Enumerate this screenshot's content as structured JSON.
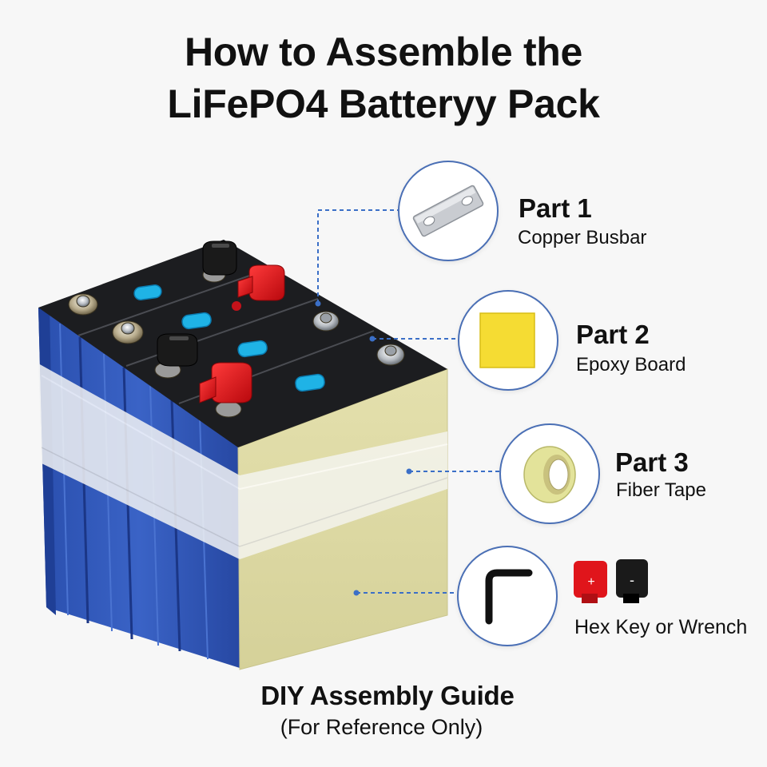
{
  "title": {
    "line1": "How to Assemble the",
    "line2": "LiFePO4 Batteryy Pack"
  },
  "parts": [
    {
      "heading": "Part 1",
      "name": "Copper Busbar",
      "icon": "busbar-icon"
    },
    {
      "heading": "Part 2",
      "name": "Epoxy Board",
      "icon": "epoxy-board-icon"
    },
    {
      "heading": "Part 3",
      "name": "Fiber Tape",
      "icon": "tape-roll-icon"
    },
    {
      "heading": "",
      "name": "Hex Key or Wrench",
      "icon": "hex-key-icon"
    }
  ],
  "terminal_caps": {
    "positive": "+",
    "negative": "-"
  },
  "footer": {
    "main": "DIY Assembly Guide",
    "sub": "(For Reference Only)"
  },
  "colors": {
    "cell_blue": "#2f57b8",
    "top_black": "#1c1d20",
    "epoxy_board": "#ddd9a2",
    "terminal_red": "#e0151b",
    "vent_cyan": "#1fb3e6",
    "leader_line": "#3b6fc7"
  }
}
